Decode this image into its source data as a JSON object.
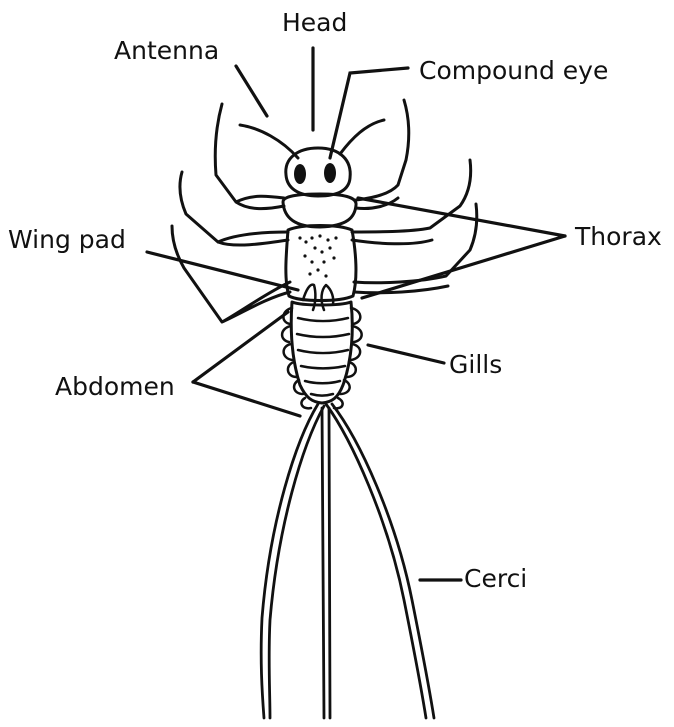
{
  "labels": {
    "head": "Head",
    "antenna": "Antenna",
    "compound_eye": "Compound eye",
    "wing_pad": "Wing pad",
    "thorax": "Thorax",
    "gills": "Gills",
    "abdomen": "Abdomen",
    "cerci": "Cerci"
  },
  "colors": {
    "ink": "#111111",
    "background": "#ffffff"
  }
}
